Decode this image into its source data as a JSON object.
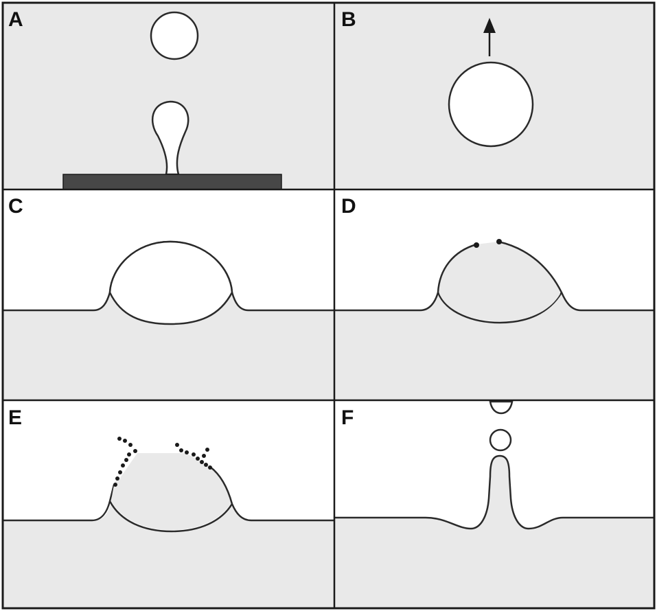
{
  "panels": [
    {
      "label": "A"
    },
    {
      "label": "B"
    },
    {
      "label": "C"
    },
    {
      "label": "D"
    },
    {
      "label": "E"
    },
    {
      "label": "F"
    }
  ],
  "colors": {
    "background": "#e9e9e9",
    "liquid": "#ffffff",
    "outline": "#2a2a2a",
    "substrate": "#474747",
    "border": "#1a1a1a"
  },
  "icons": {
    "arrow": "up-arrow-icon"
  }
}
